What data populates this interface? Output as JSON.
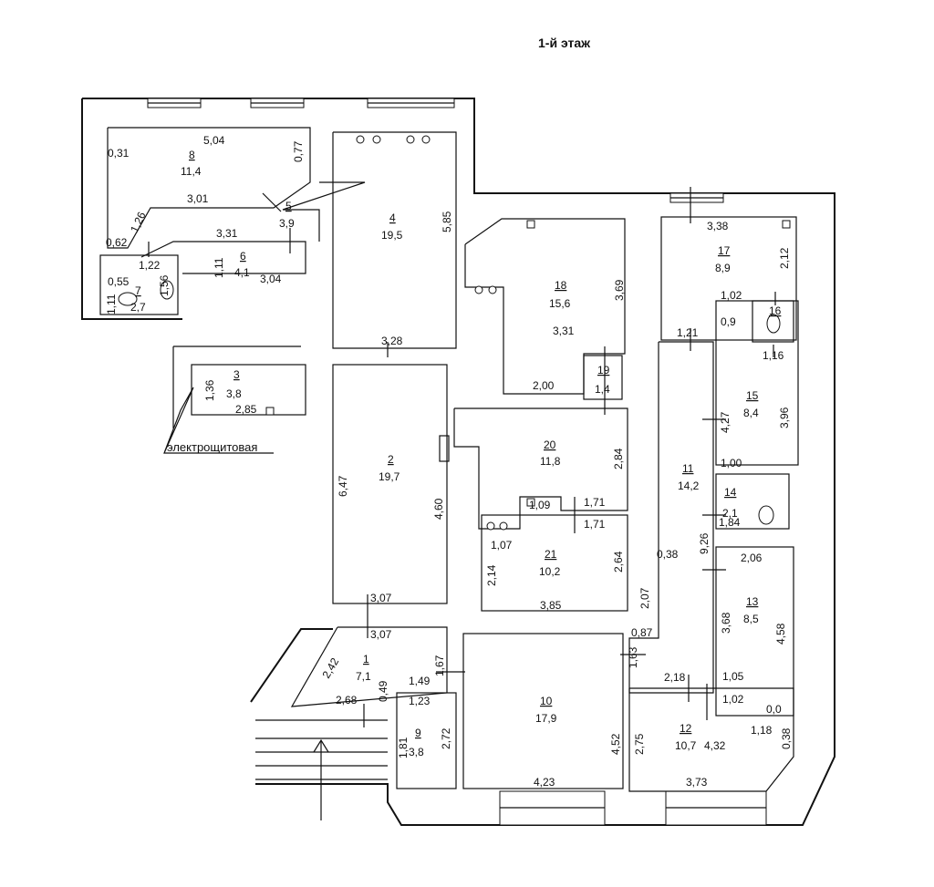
{
  "title": "1-й этаж",
  "rooms": [
    {
      "id": "8",
      "num": "8",
      "area": "11,4"
    },
    {
      "id": "5",
      "num": "5",
      "area": "3,9"
    },
    {
      "id": "6",
      "num": "6",
      "area": "4,1"
    },
    {
      "id": "7",
      "num": "7",
      "area": "2,7"
    },
    {
      "id": "4",
      "num": "4",
      "area": "19,5"
    },
    {
      "id": "3",
      "num": "3",
      "area": "3,8"
    },
    {
      "id": "2",
      "num": "2",
      "area": "19,7"
    },
    {
      "id": "1",
      "num": "1",
      "area": "7,1"
    },
    {
      "id": "9",
      "num": "9",
      "area": "3,8"
    },
    {
      "id": "10",
      "num": "10",
      "area": "17,9"
    },
    {
      "id": "18",
      "num": "18",
      "area": "15,6"
    },
    {
      "id": "19",
      "num": "19",
      "area": "1,4"
    },
    {
      "id": "20",
      "num": "20",
      "area": "11,8"
    },
    {
      "id": "21",
      "num": "21",
      "area": "10,2"
    },
    {
      "id": "17",
      "num": "17",
      "area": "8,9"
    },
    {
      "id": "16",
      "num": "16",
      "area": ""
    },
    {
      "id": "15",
      "num": "15",
      "area": "8,4"
    },
    {
      "id": "14",
      "num": "14",
      "area": "2,1"
    },
    {
      "id": "11",
      "num": "11",
      "area": "14,2"
    },
    {
      "id": "13",
      "num": "13",
      "area": "8,5"
    },
    {
      "id": "12",
      "num": "12",
      "area": "10,7"
    }
  ],
  "dimensions": {
    "d0": "0,31",
    "d1": "5,04",
    "d2": "0,77",
    "d3": "3,01",
    "d4": "1,26",
    "d5": "0,62",
    "d6": "3,31",
    "d7": "1,22",
    "d8": "1,11",
    "d9": "3,04",
    "d10": "0,55",
    "d11": "1,11",
    "d12": "1,56",
    "d13": "5,85",
    "d14": "3,28",
    "d15": "1,36",
    "d16": "2,85",
    "d17": "6,47",
    "d18": "4,60",
    "d19": "3,07",
    "d20": "3,07",
    "d21": "2,42",
    "d22": "1,67",
    "d23": "2,68",
    "d24": "0,49",
    "d25": "1,49",
    "d26": "1,23",
    "d27": "1,81",
    "d28": "2,72",
    "d29": "4,52",
    "d30": "4,23",
    "d31": "3,69",
    "d32": "3,31",
    "d33": "2,00",
    "d34": "2,84",
    "d35": "1,09",
    "d36": "1,71",
    "d37": "1,71",
    "d38": "1,07",
    "d39": "2,14",
    "d40": "2,64",
    "d41": "3,85",
    "d42": "0,38",
    "d43": "2,07",
    "d44": "0,87",
    "d45": "1,63",
    "d46": "3,38",
    "d47": "2,12",
    "d48": "1,02",
    "d49": "0,9",
    "d50": "1,16",
    "d51": "1,21",
    "d52": "4,27",
    "d53": "3,96",
    "d54": "1,00",
    "d55": "1,84",
    "d56": "9,26",
    "d57": "2,06",
    "d58": "3,68",
    "d59": "4,58",
    "d60": "2,18",
    "d61": "1,05",
    "d62": "1,02",
    "d63": "0,0",
    "d64": "2,75",
    "d65": "4,32",
    "d66": "1,18",
    "d67": "0,38",
    "d68": "3,73"
  },
  "labels": {
    "electrical": "электрощитовая"
  }
}
